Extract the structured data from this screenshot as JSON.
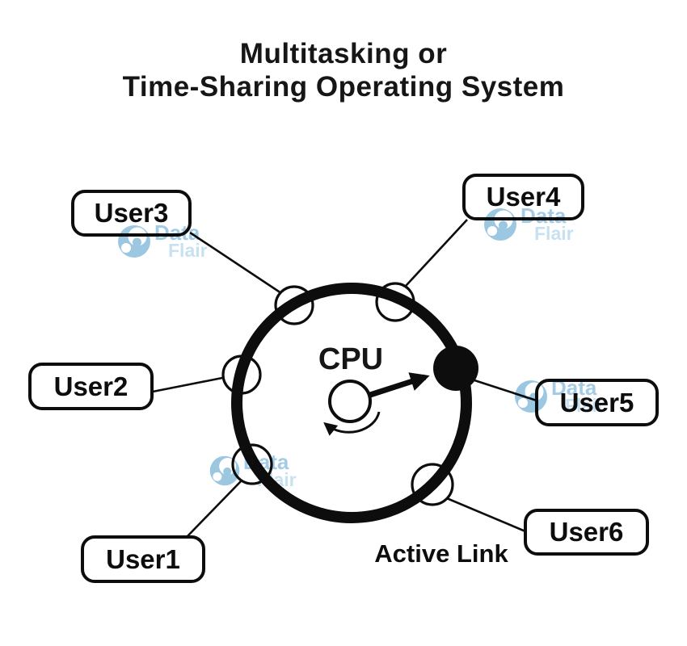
{
  "title": {
    "line1": "Multitasking or",
    "line2": "Time-Sharing Operating System"
  },
  "diagram": {
    "cpu_label": "CPU",
    "active_link_label": "Active Link",
    "users": [
      {
        "label": "User1"
      },
      {
        "label": "User2"
      },
      {
        "label": "User3"
      },
      {
        "label": "User4"
      },
      {
        "label": "User5"
      },
      {
        "label": "User6"
      }
    ]
  },
  "watermark": {
    "line1": "Data",
    "line2": "Flair"
  },
  "icons": {
    "rotation_arrow": "counterclockwise-arc-arrow",
    "active_link_arrow": "straight-arrow",
    "dataflair_logo": "blue-swirl-circle"
  },
  "colors": {
    "ink": "#0d0d0d",
    "background": "#ffffff",
    "watermark_primary": "#a3cce4",
    "watermark_secondary": "#c8e1f1",
    "watermark_logo": "#9cc7e0"
  }
}
